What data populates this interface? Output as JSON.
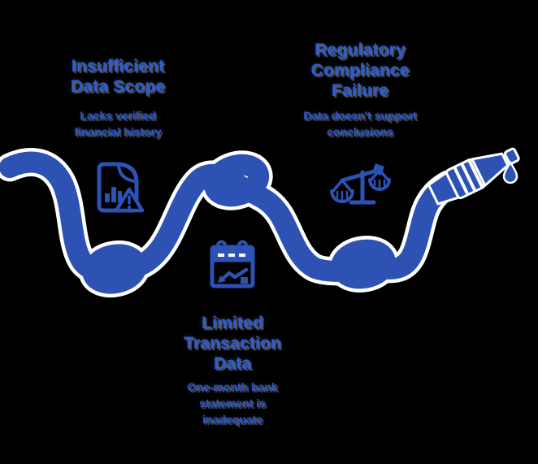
{
  "sections": [
    {
      "title": "Insufficient\nData Scope",
      "subtitle": "Lacks verified\nfinancial history",
      "icon": "document-bar-chart-warning-icon"
    },
    {
      "title": "Regulatory\nCompliance\nFailure",
      "subtitle": "Data doesn't support\nconclusions",
      "icon": "scales-of-justice-icon"
    },
    {
      "title": "Limited\nTransaction\nData",
      "subtitle": "One-month bank\nstatement is\ninadequate",
      "icon": "calendar-declining-trend-icon"
    }
  ],
  "graphic": {
    "type": "knotted-hose",
    "knot_count": 3,
    "ending": "nozzle-with-water-droplet"
  },
  "colors": {
    "background": "#000000",
    "hose": "#2d52b3",
    "hose_outline": "#ffffff",
    "title_text": "#2b5cd9",
    "subtitle_text": "#2a54cc"
  }
}
